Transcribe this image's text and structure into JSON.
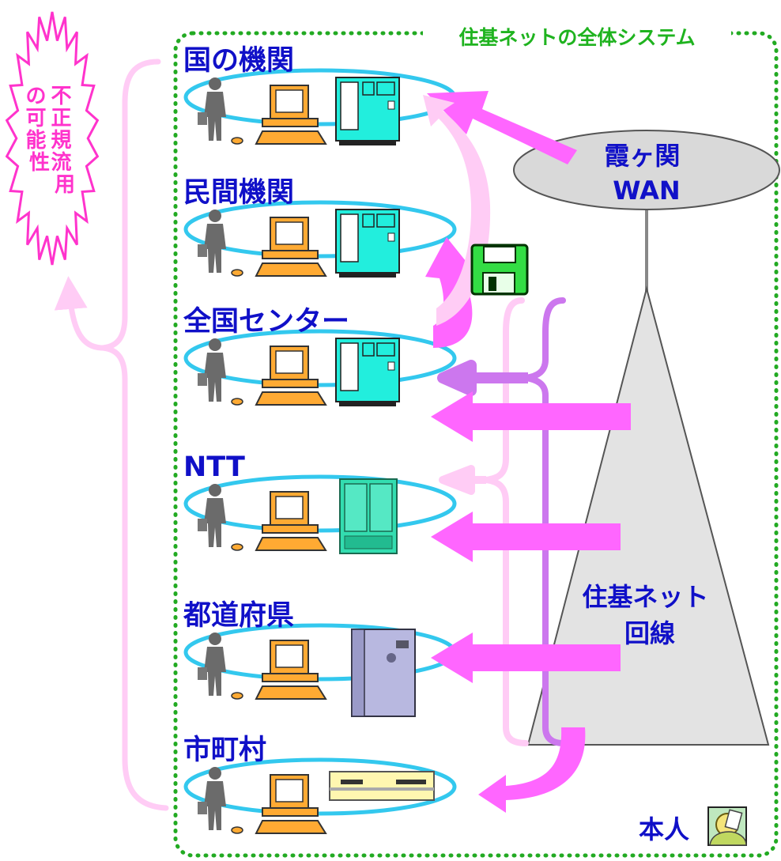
{
  "system_title": "住基ネットの全体システム",
  "warning": {
    "column1": [
      "不",
      "正",
      "規",
      "流",
      "用"
    ],
    "column2": [
      "の",
      "可",
      "能",
      "性"
    ]
  },
  "organizations": [
    "国の機関",
    "民間機関",
    "全国センター",
    "NTT",
    "都道府県",
    "市町村"
  ],
  "wan_label": [
    "霞ヶ関",
    "WAN"
  ],
  "juki_line_label": [
    "住基ネット",
    "回線"
  ],
  "person_label": "本人",
  "colors": {
    "border_green": "#22aa22",
    "title_green": "#1fb31f",
    "org_blue": "#1010c8",
    "ring_cyan": "#33c8ee",
    "arrow_magenta": "#ff66ff",
    "arrow_light_pink": "#ffccf5",
    "bracket_purple": "#cc77ee",
    "warning_pink": "#ff33cc",
    "server_cyan": "#22eedd",
    "pc_orange": "#ffaa33",
    "triangle_gray": "#e3e3e3"
  }
}
